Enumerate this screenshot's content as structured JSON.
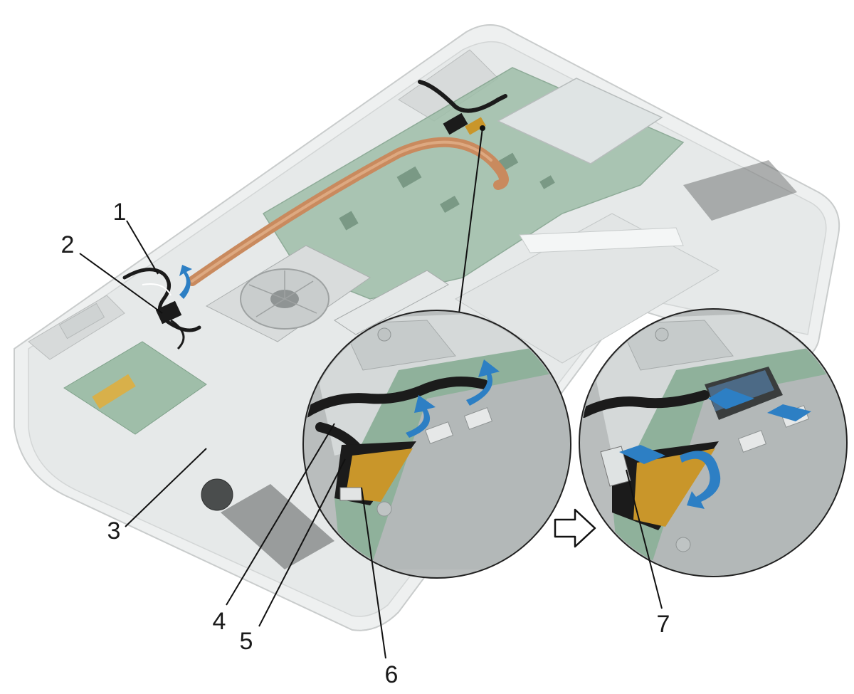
{
  "callouts": [
    {
      "id": "1",
      "label": "1"
    },
    {
      "id": "2",
      "label": "2"
    },
    {
      "id": "3",
      "label": "3"
    },
    {
      "id": "4",
      "label": "4"
    },
    {
      "id": "5",
      "label": "5"
    },
    {
      "id": "6",
      "label": "6"
    },
    {
      "id": "7",
      "label": "7"
    }
  ],
  "colors": {
    "chassis": "#e9ecec",
    "board": "#7fa48c",
    "heatpipe": "#c98a5e",
    "cable": "#1b1b1b",
    "arrow": "#2d7fc4",
    "connector": "#c9962a"
  },
  "icons": [
    "rotate-arrow-icon",
    "double-arrow-icon",
    "next-step-arrow-icon"
  ]
}
